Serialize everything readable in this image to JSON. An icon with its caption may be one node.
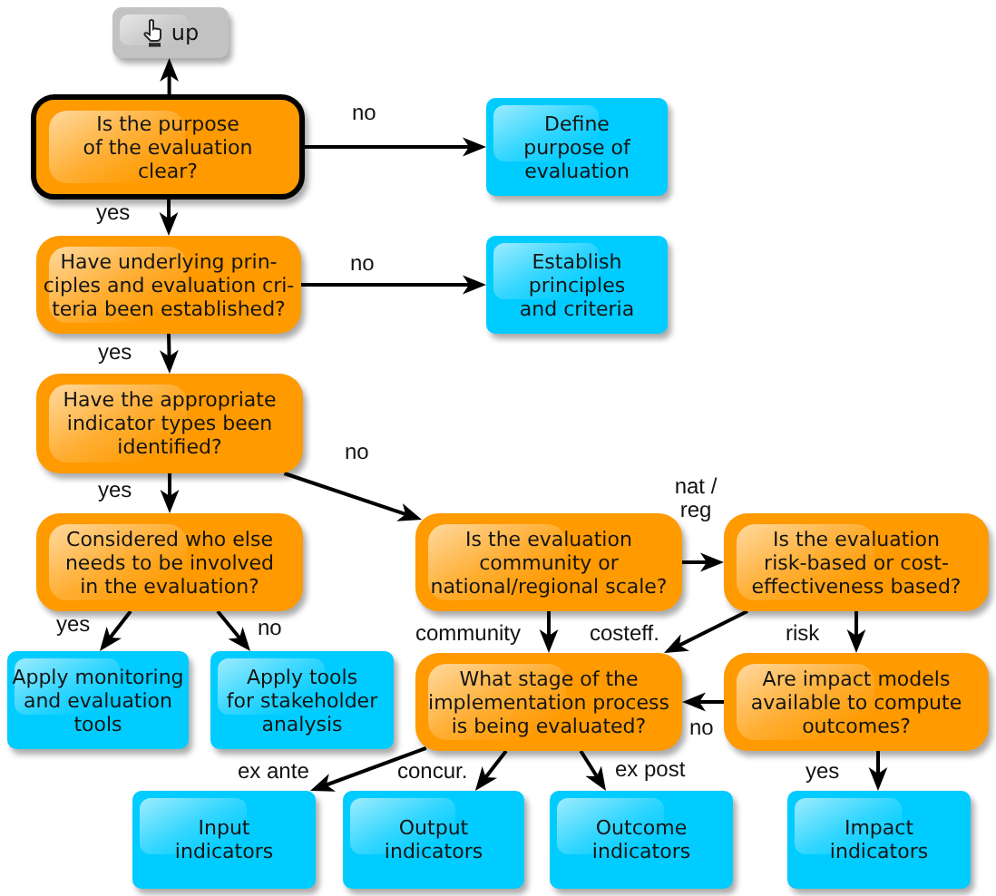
{
  "diagram": {
    "nodes": [
      {
        "text": [
          "up"
        ]
      },
      {
        "text": [
          "Is the purpose of the evaluation clear?"
        ]
      },
      {
        "text": [
          "Define purpose of evaluation"
        ]
      },
      {
        "text": [
          "Have underlying prin- ciples and evaluation cri- teria been established?"
        ]
      },
      {
        "text": [
          "Establish principles and criteria"
        ]
      },
      {
        "text": [
          "Have the appropriate indicator types been identified?"
        ]
      },
      {
        "text": [
          "Considered who else needs to be involved in the evaluation?"
        ]
      },
      {
        "text": [
          "Is the evaluation community or national/regional scale?"
        ]
      },
      {
        "text": [
          "Is the evaluation risk-based or cost- effectiveness based?"
        ]
      },
      {
        "text": [
          "Apply monitoring and evaluation tools"
        ]
      },
      {
        "text": [
          "Apply tools for stakeholder analysis"
        ]
      },
      {
        "text": [
          "What stage of the implementation process is being evaluated?"
        ]
      },
      {
        "text": [
          "Are impact models available to compute outcomes?"
        ]
      },
      {
        "text": [
          "Input indicators"
        ]
      },
      {
        "text": [
          "Output indicators"
        ]
      },
      {
        "text": [
          "Outcome indicators"
        ]
      },
      {
        "text": [
          "Impact indicators"
        ]
      }
    ],
    "edges": [
      {
        "from": 1,
        "to": 0,
        "arrow": "to"
      },
      {
        "from": 1,
        "to": 2,
        "arrow": "to",
        "label": "no"
      },
      {
        "from": 1,
        "to": 3,
        "arrow": "to",
        "label": "yes"
      },
      {
        "from": 3,
        "to": 4,
        "arrow": "to",
        "label": "no"
      },
      {
        "from": 3,
        "to": 5,
        "arrow": "to",
        "label": "yes"
      },
      {
        "from": 5,
        "to": 6,
        "arrow": "to",
        "label": "yes"
      },
      {
        "from": 5,
        "to": 7,
        "arrow": "to",
        "label": "no"
      },
      {
        "from": 6,
        "to": 9,
        "arrow": "to",
        "label": "yes"
      },
      {
        "from": 6,
        "to": 10,
        "arrow": "to",
        "label": "no"
      },
      {
        "from": 7,
        "to": 8,
        "arrow": "to",
        "label": "nat / reg"
      },
      {
        "from": 7,
        "to": 11,
        "arrow": "to",
        "label": "community"
      },
      {
        "from": 8,
        "to": 11,
        "arrow": "to",
        "label": "costeff."
      },
      {
        "from": 8,
        "to": 12,
        "arrow": "to",
        "label": "risk"
      },
      {
        "from": 12,
        "to": 11,
        "arrow": "to",
        "label": "no"
      },
      {
        "from": 11,
        "to": 13,
        "arrow": "to",
        "label": "ex ante"
      },
      {
        "from": 11,
        "to": 14,
        "arrow": "to",
        "label": "concur."
      },
      {
        "from": 11,
        "to": 15,
        "arrow": "to",
        "label": "ex post"
      },
      {
        "from": 12,
        "to": 16,
        "arrow": "to",
        "label": "yes"
      }
    ]
  }
}
